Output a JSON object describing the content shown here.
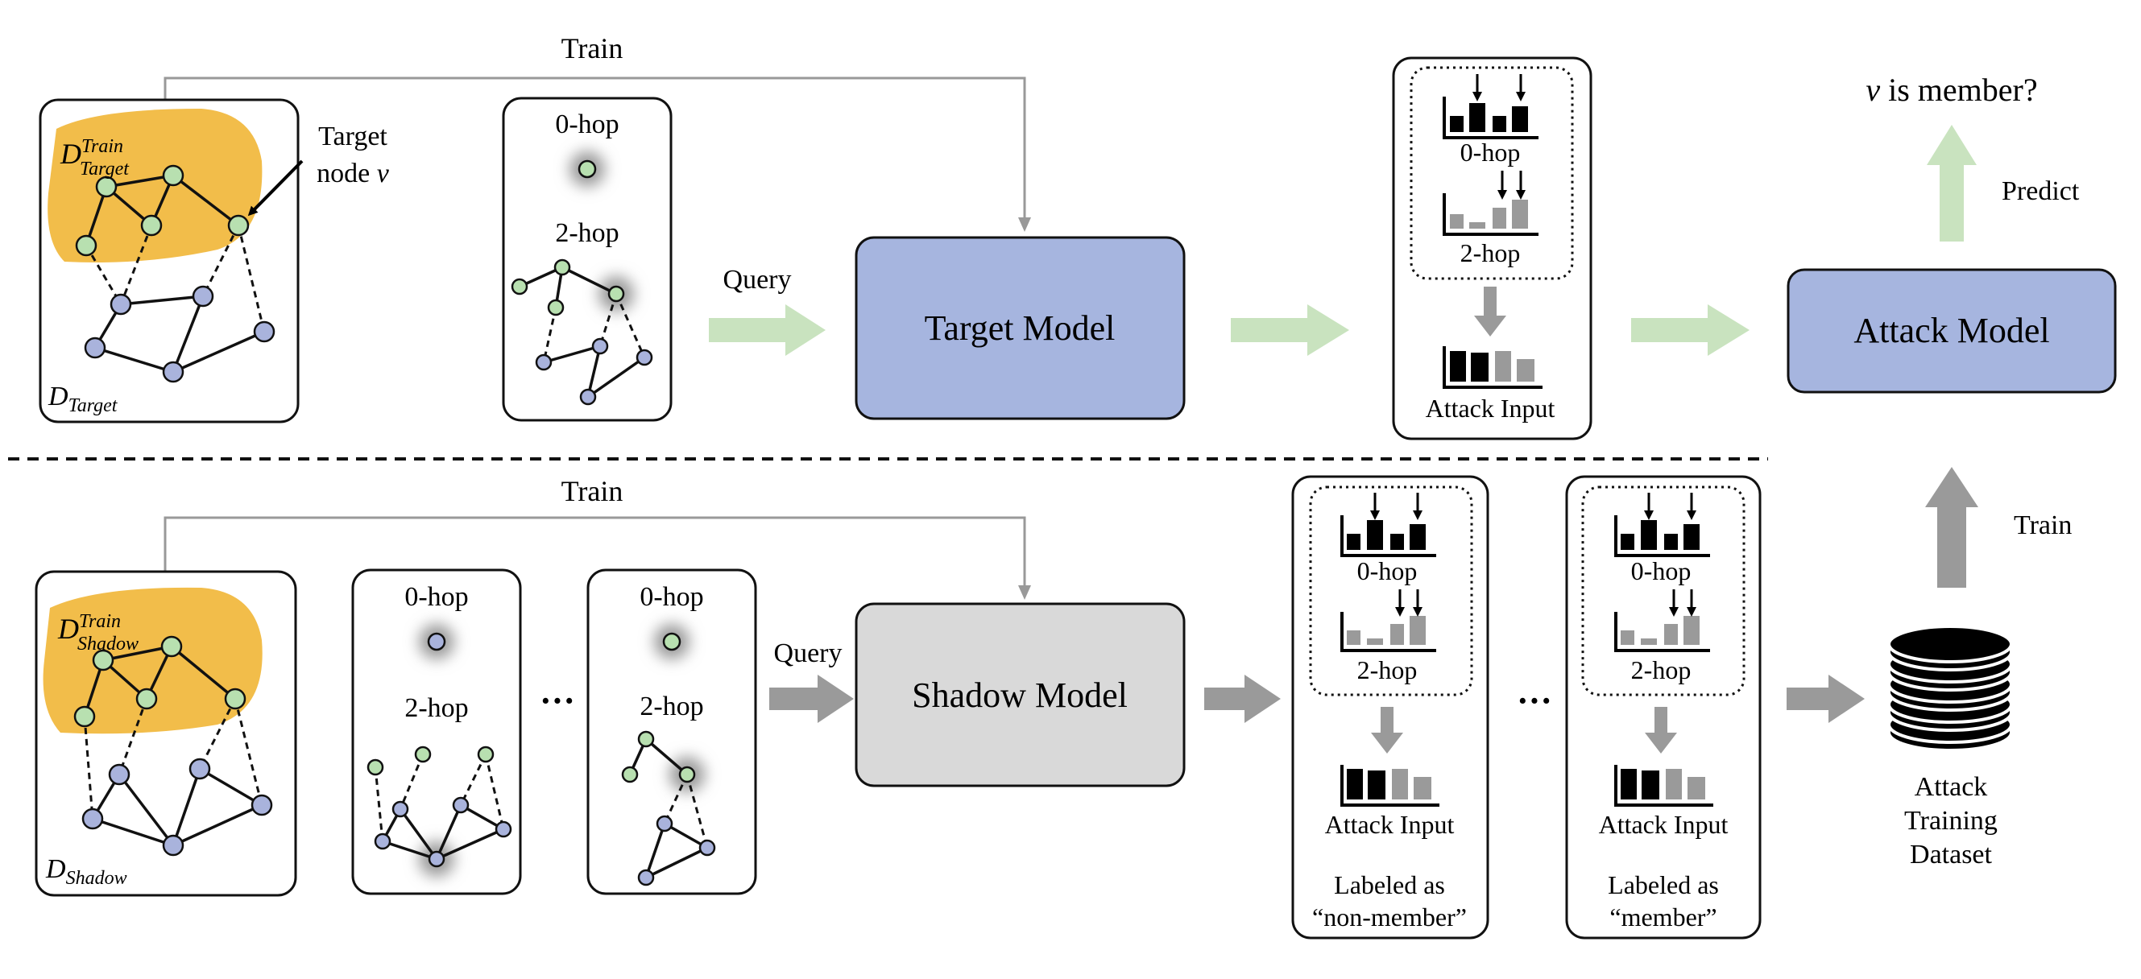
{
  "labels": {
    "train": "Train",
    "query": "Query",
    "predict": "Predict",
    "hop0": "0-hop",
    "hop2": "2-hop",
    "attack_input": "Attack Input",
    "ellipsis": "···",
    "ellipsis_right": "···"
  },
  "target": {
    "graph_label_main": "D",
    "graph_label_sub": "Target",
    "train_label_main": "D",
    "train_label_sup": "Train",
    "train_label_sub": "Target",
    "node_callout_line1": "Target",
    "node_callout_line2_text": "node ",
    "node_callout_line2_var": "v",
    "model": "Target Model"
  },
  "shadow": {
    "graph_label_main": "D",
    "graph_label_sub": "Shadow",
    "train_label_main": "D",
    "train_label_sup": "Train",
    "train_label_sub": "Shadow",
    "model": "Shadow Model",
    "labeled_nonmember_line1": "Labeled as",
    "labeled_nonmember_line2": "“non-member”",
    "labeled_member_line1": "Labeled as",
    "labeled_member_line2": "“member”"
  },
  "attack": {
    "model": "Attack Model",
    "question_var": "v",
    "question_text": " is member?",
    "dataset_line1": "Attack",
    "dataset_line2": "Training",
    "dataset_line3": "Dataset"
  },
  "colors": {
    "node_green": "#b8e0b0",
    "node_blue": "#a9b3dc",
    "highlight": "#f2bd4a",
    "target_model_fill": "#a6b5df",
    "shadow_model_fill": "#d9d9d9",
    "arrow_green": "#c9e3bf",
    "arrow_gray": "#9a9a9a",
    "bar_gray": "#9a9a9a"
  }
}
